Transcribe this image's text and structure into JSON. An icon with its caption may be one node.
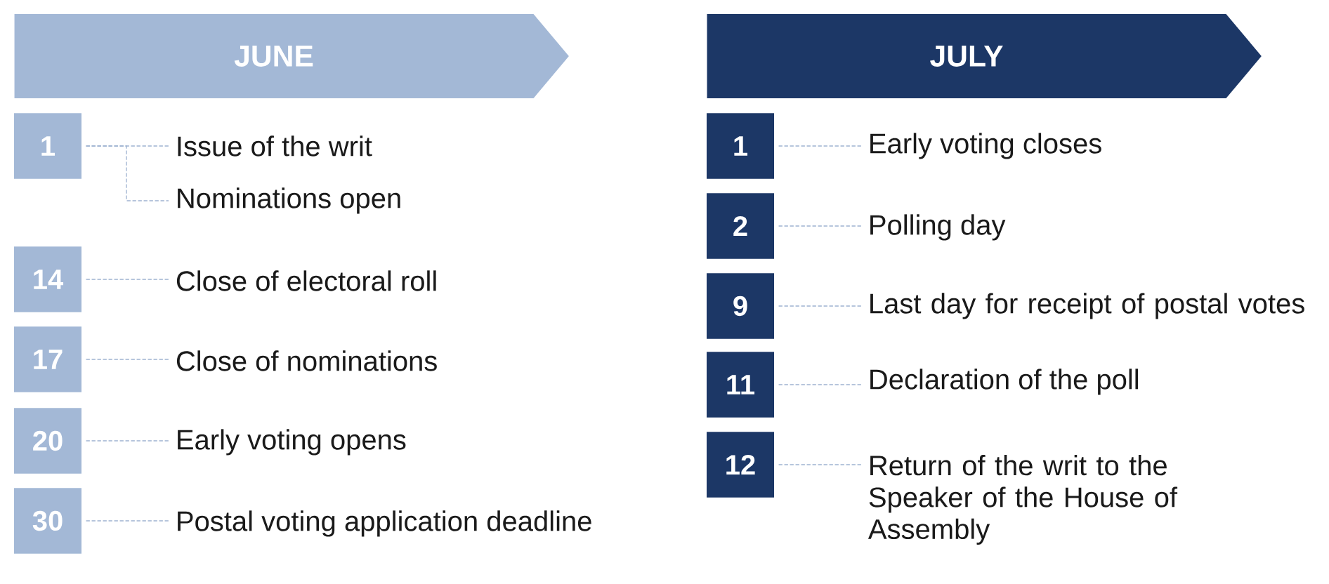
{
  "diagram": {
    "nodes": [
      {
        "text": [
          "JUNE"
        ]
      },
      {
        "text": [
          "1"
        ]
      },
      {
        "text": [
          "Issue of the writ"
        ]
      },
      {
        "text": [
          "Nominations open"
        ]
      },
      {
        "text": [
          "14"
        ]
      },
      {
        "text": [
          "Close of electoral roll"
        ]
      },
      {
        "text": [
          "17"
        ]
      },
      {
        "text": [
          "Close of nominations"
        ]
      },
      {
        "text": [
          "20"
        ]
      },
      {
        "text": [
          "Early voting opens"
        ]
      },
      {
        "text": [
          "30"
        ]
      },
      {
        "text": [
          "Postal voting application deadline"
        ]
      },
      {
        "text": [
          "JULY"
        ]
      },
      {
        "text": [
          "1"
        ]
      },
      {
        "text": [
          "Early voting closes"
        ]
      },
      {
        "text": [
          "2"
        ]
      },
      {
        "text": [
          "Polling day"
        ]
      },
      {
        "text": [
          "9"
        ]
      },
      {
        "text": [
          "Last day for receipt of postal votes"
        ]
      },
      {
        "text": [
          "11"
        ]
      },
      {
        "text": [
          "Declaration of the poll"
        ]
      },
      {
        "text": [
          "12"
        ]
      },
      {
        "text": [
          "Return of the writ to the Speaker of the House of Assembly"
        ]
      }
    ],
    "edges": [
      {
        "from": 1,
        "to": 2,
        "arrow": "none"
      },
      {
        "from": 1,
        "to": 3,
        "arrow": "none"
      },
      {
        "from": 4,
        "to": 5,
        "arrow": "none"
      },
      {
        "from": 6,
        "to": 7,
        "arrow": "none"
      },
      {
        "from": 8,
        "to": 9,
        "arrow": "none"
      },
      {
        "from": 10,
        "to": 11,
        "arrow": "none"
      },
      {
        "from": 13,
        "to": 14,
        "arrow": "none"
      },
      {
        "from": 15,
        "to": 16,
        "arrow": "none"
      },
      {
        "from": 17,
        "to": 18,
        "arrow": "none"
      },
      {
        "from": 19,
        "to": 20,
        "arrow": "none"
      },
      {
        "from": 21,
        "to": 22,
        "arrow": "none"
      }
    ]
  }
}
